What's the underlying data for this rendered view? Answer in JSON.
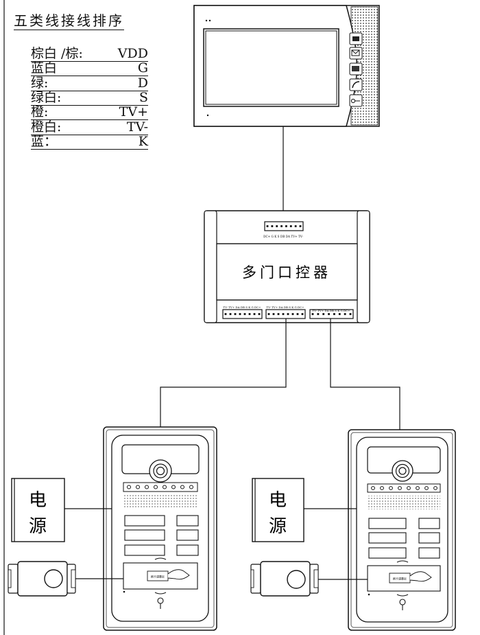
{
  "legend": {
    "title": "五类线接线排序",
    "rows": [
      {
        "key": "棕白 /棕:",
        "val": "VDD"
      },
      {
        "key": "蓝白",
        "val": "G"
      },
      {
        "key": "绿:",
        "val": "D"
      },
      {
        "key": "绿白:",
        "val": "S"
      },
      {
        "key": "橙:",
        "val": "TV+"
      },
      {
        "key": "橙白:",
        "val": "TV-"
      },
      {
        "key": "蓝：",
        "val": "K"
      }
    ]
  },
  "controller": {
    "label": "多门口控器",
    "top_terminal_label": "DC+ G K S DB DA TV+ TV-",
    "bottom_terminal_label_1": "TV- TV+ DA DB S K G DC+",
    "bottom_terminal_label_2": "TV- TV+ DA DB S K G DC+",
    "bottom_terminal_label_3": "TV- TV+ DA DB S K G DC+"
  },
  "power_left": {
    "line1": "电",
    "line2": "源"
  },
  "power_right": {
    "line1": "电",
    "line2": "源"
  },
  "card_label": "刷卡请靠近"
}
